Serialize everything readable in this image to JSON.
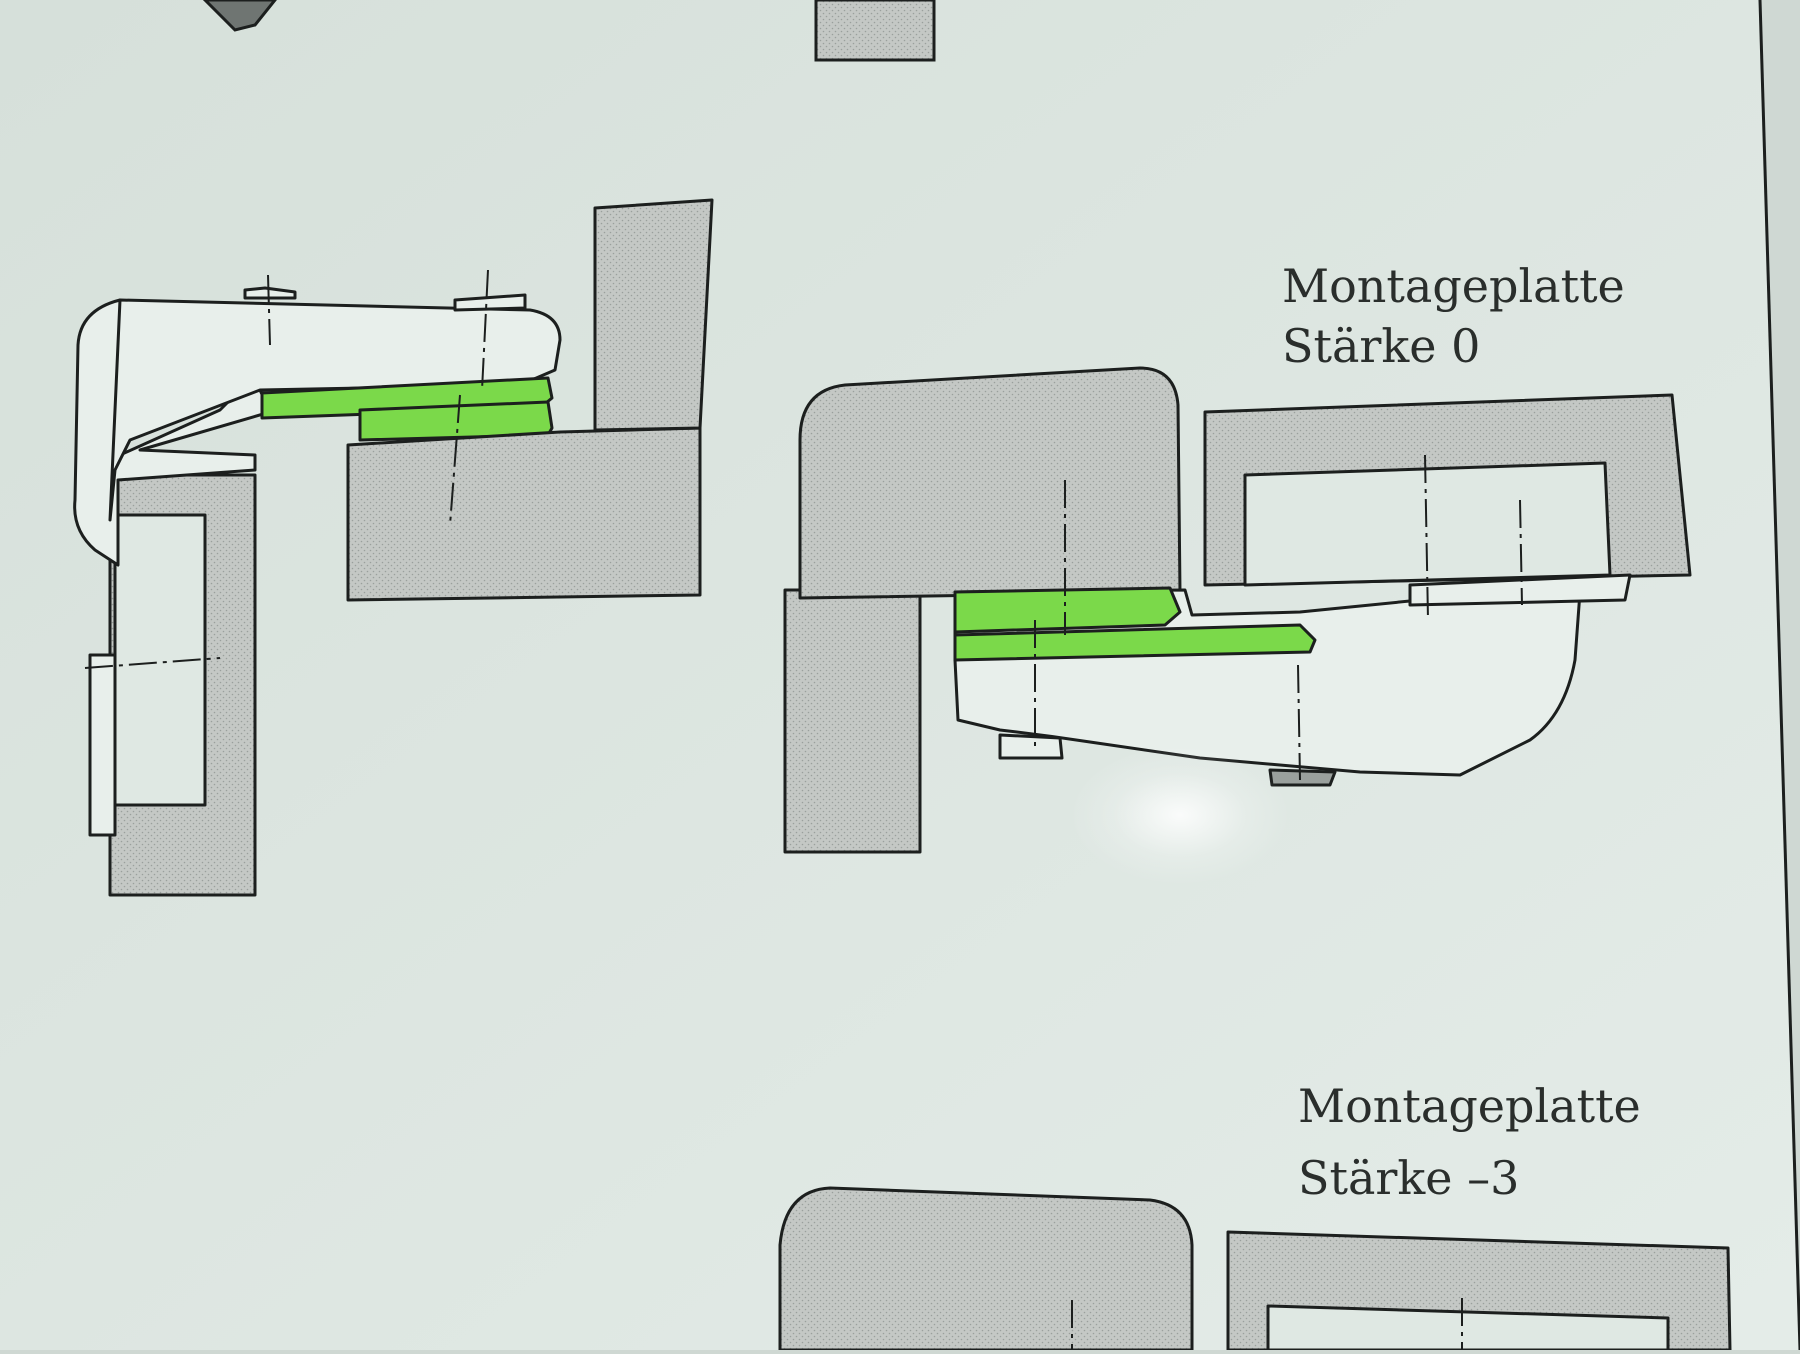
{
  "labels": {
    "plate_0_line1": "Montageplatte",
    "plate_0_line2": "Stärke 0",
    "plate_m3_line1": "Montageplatte",
    "plate_m3_line2": "Stärke –3"
  },
  "colors": {
    "paper": "#dfe8e3",
    "wood": "#c4c8c5",
    "plate": "#7bd94a",
    "line": "#1c1f1e",
    "background": "#cfd8d3"
  }
}
